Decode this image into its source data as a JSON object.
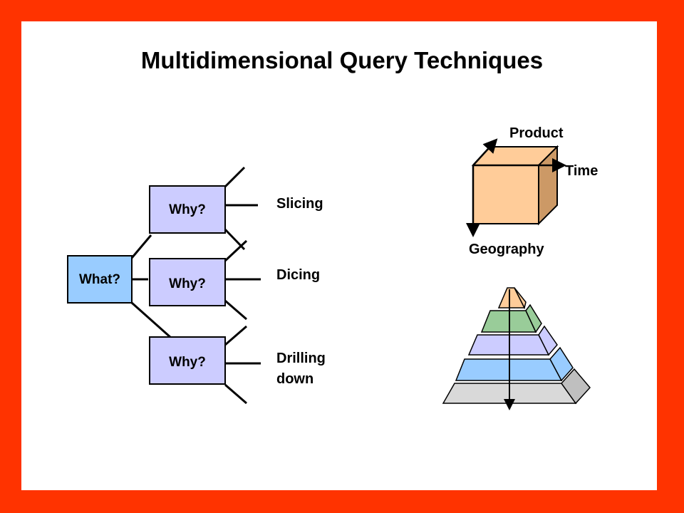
{
  "title": "Multidimensional Query Techniques",
  "tree": {
    "root_label": "What?",
    "branch_labels": [
      "Why?",
      "Why?",
      "Why?"
    ],
    "techniques": [
      "Slicing",
      "Dicing",
      "Drilling",
      "down"
    ]
  },
  "cube": {
    "axes": {
      "product": "Product",
      "time": "Time",
      "geography": "Geography"
    }
  },
  "colors": {
    "frame": "#ff3300",
    "why_box": "#ccccff",
    "what_box": "#99ccff",
    "cube_front": "#ffcc99",
    "cube_side": "#cc9966"
  }
}
